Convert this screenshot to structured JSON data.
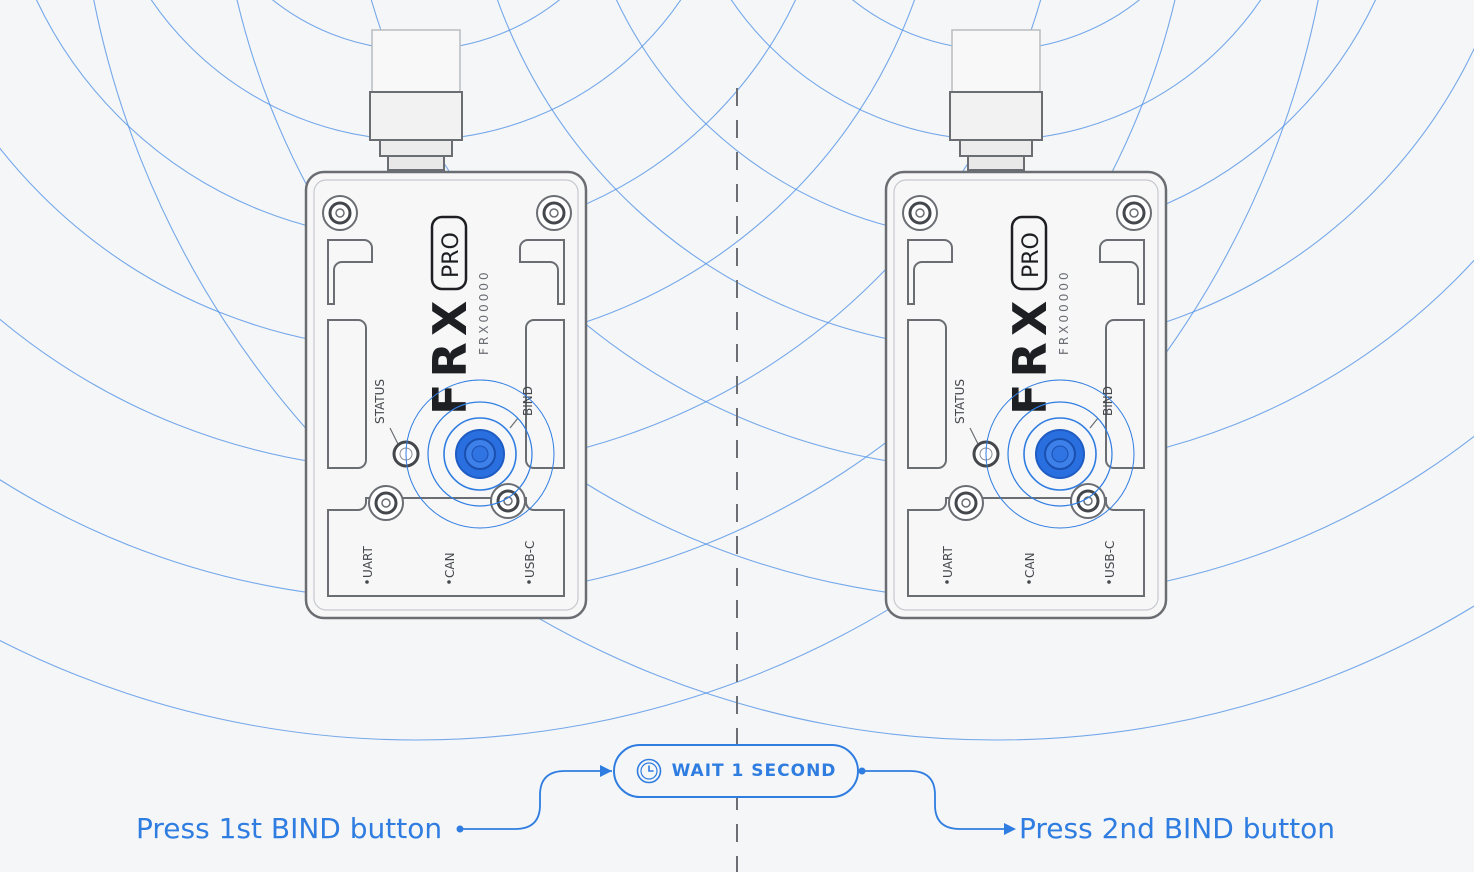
{
  "devices": [
    {
      "brand": "FRX",
      "badge": "PRO",
      "serial": "FRX00000",
      "status_label": "STATUS",
      "bind_label": "BIND",
      "ports": [
        "UART",
        "CAN",
        "USB-C"
      ]
    },
    {
      "brand": "FRX",
      "badge": "PRO",
      "serial": "FRX00000",
      "status_label": "STATUS",
      "bind_label": "BIND",
      "ports": [
        "UART",
        "CAN",
        "USB-C"
      ]
    }
  ],
  "steps": {
    "first": "Press 1st BIND button",
    "wait": "WAIT 1 SECOND",
    "second": "Press 2nd BIND button"
  },
  "icons": {
    "wait": "clock-icon"
  },
  "colors": {
    "accent": "#2f7de1",
    "wave": "#4a8ee6",
    "button": "#2a6fe0",
    "outline": "#8a8e94",
    "background": "#f5f6f8"
  }
}
